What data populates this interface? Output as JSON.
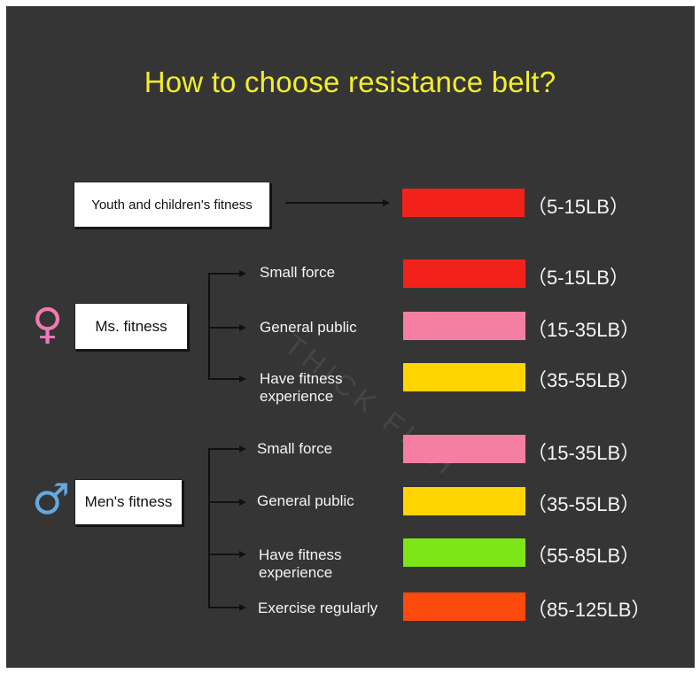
{
  "title": "How to choose resistance belt?",
  "watermark": "THICK FISH",
  "colors": {
    "red": "#f2221b",
    "pink": "#f57fa2",
    "yellow": "#ffd400",
    "green": "#7ee517",
    "orange": "#fb4a0b",
    "female_symbol": "#f07ab4",
    "male_symbol": "#65a9de"
  },
  "groups": {
    "youth": {
      "label": "Youth and children's fitness",
      "range": "（5-15LB）",
      "color": "red"
    },
    "women": {
      "symbol": "♀",
      "label": "Ms. fitness",
      "items": [
        {
          "label": "Small force",
          "range": "（5-15LB）",
          "color": "red"
        },
        {
          "label": "General public",
          "range": "（15-35LB）",
          "color": "pink"
        },
        {
          "label": "Have fitness experience",
          "range": "（35-55LB）",
          "color": "yellow"
        }
      ]
    },
    "men": {
      "symbol": "♂",
      "label": "Men's fitness",
      "items": [
        {
          "label": "Small force",
          "range": "（15-35LB）",
          "color": "pink"
        },
        {
          "label": "General public",
          "range": "（35-55LB）",
          "color": "yellow"
        },
        {
          "label": "Have fitness experience",
          "range": "（55-85LB）",
          "color": "green"
        },
        {
          "label": "Exercise regularly",
          "range": "（85-125LB）",
          "color": "orange"
        }
      ]
    }
  }
}
